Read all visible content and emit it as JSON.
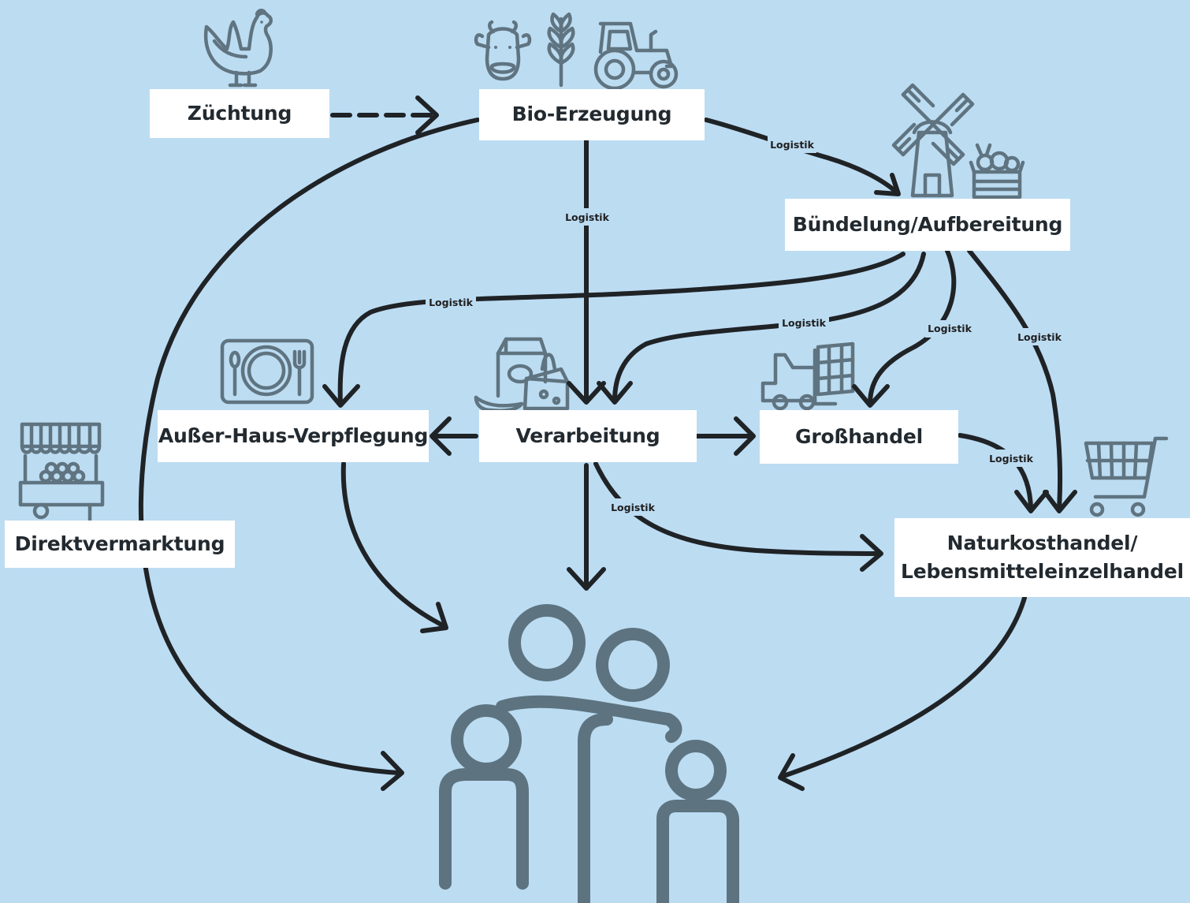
{
  "nodes": {
    "zuechtung": "Züchtung",
    "bio_erzeugung": "Bio-Erzeugung",
    "buendelung": "Bündelung/Aufbereitung",
    "ausser_haus": "Außer-Haus-Verpflegung",
    "verarbeitung": "Verarbeitung",
    "grosshandel": "Großhandel",
    "direktvermarktung": "Direktvermarktung",
    "naturkost_line1": "Naturkosthandel/",
    "naturkost_line2": "Lebensmitteleinzelhandel"
  },
  "edge_label": "Logistik",
  "icons": [
    "chicken-icon",
    "cow-icon",
    "wheat-icon",
    "tractor-icon",
    "windmill-icon",
    "vegetable-crate-icon",
    "plate-cutlery-icon",
    "dairy-products-icon",
    "forklift-icon",
    "market-stall-icon",
    "shopping-cart-icon",
    "family-icon"
  ],
  "colors": {
    "background": "#bcdcf2",
    "box": "#ffffff",
    "arrow": "#1f2326",
    "icon": "#5f7480"
  }
}
